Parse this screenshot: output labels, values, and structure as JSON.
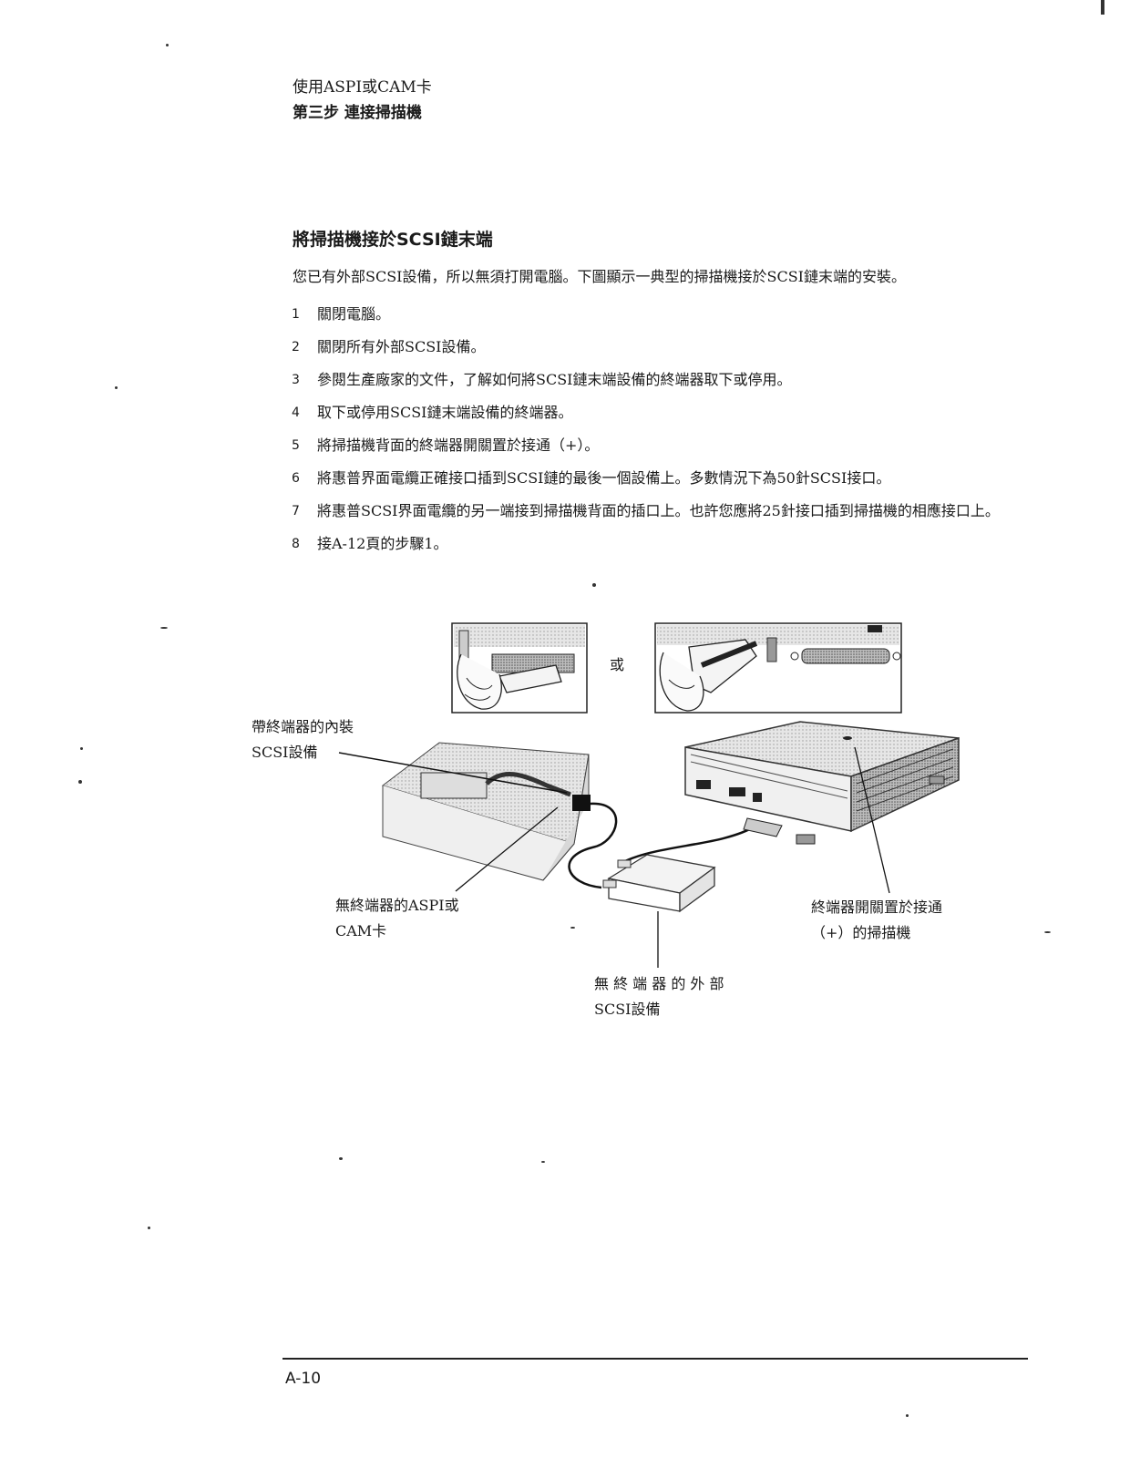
{
  "header": {
    "line1": "使用ASPI或CAM卡",
    "line2": "第三步 連接掃描機"
  },
  "section": {
    "title": "將掃描機接於SCSI鏈末端",
    "intro": "您已有外部SCSI設備，所以無須打開電腦。下圖顯示一典型的掃描機接於SCSI鏈末端的安裝。"
  },
  "steps": [
    {
      "num": "1",
      "text": "關閉電腦。"
    },
    {
      "num": "2",
      "text": "關閉所有外部SCSI設備。"
    },
    {
      "num": "3",
      "text": "參閱生產廠家的文件，了解如何將SCSI鏈末端設備的終端器取下或停用。"
    },
    {
      "num": "4",
      "text": "取下或停用SCSI鏈末端設備的終端器。"
    },
    {
      "num": "5",
      "text": "將掃描機背面的終端器開關置於接通（+）。"
    },
    {
      "num": "6",
      "text": "將惠普界面電纜正確接口插到SCSI鏈的最後一個設備上。多數情況下為50針SCSI接口。"
    },
    {
      "num": "7",
      "text": "將惠普SCSI界面電纜的另一端接到掃描機背面的插口上。也許您應將25針接口插到掃描機的相應接口上。"
    },
    {
      "num": "8",
      "text": "接A-12頁的步驟1。"
    }
  ],
  "figure": {
    "or_label": "或",
    "internal_device_label": [
      "帶終端器的內裝",
      "SCSI設備"
    ],
    "card_label": [
      "無終端器的ASPI或",
      "CAM卡"
    ],
    "external_device_label": [
      "無 終 端 器 的 外 部",
      "SCSI設備"
    ],
    "scanner_label": [
      "終端器開關置於接通",
      "（+）的掃描機"
    ]
  },
  "footer": {
    "page_number": "A-10"
  }
}
